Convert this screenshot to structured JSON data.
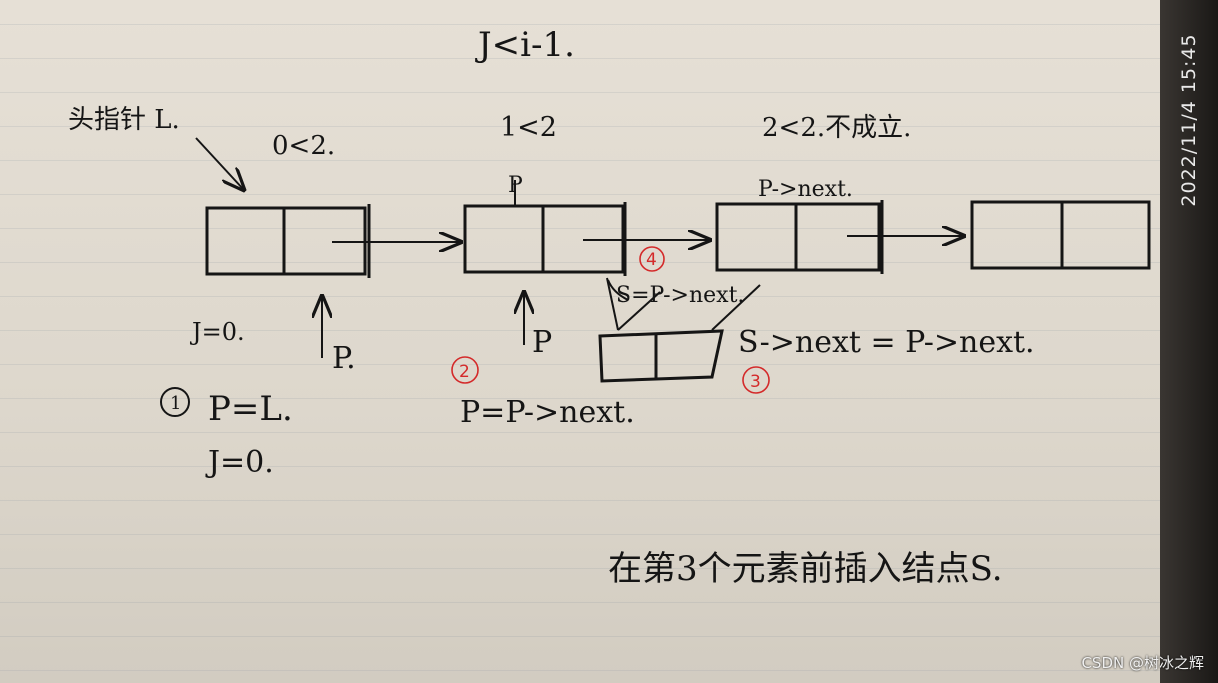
{
  "timestamp": "2022/11/4 15:45",
  "watermark": "CSDN @树冰之辉",
  "notes": {
    "loop_condition": "J<i-1.",
    "head_pointer_label": "头指针 L.",
    "cmp_1": "0<2.",
    "cmp_2": "1<2",
    "cmp_3": "2<2.不成立.",
    "p_label_node2": "P",
    "p_next_label": "P->next.",
    "step4_assign": "S=P->next.",
    "s_next_assign": "S->next = P->next.",
    "j_zero": "J=0.",
    "p_arrow_1": "P.",
    "p_arrow_2": "P",
    "step1_p": "P=L.",
    "step1_j": "J=0.",
    "step2_assign": "P=P->next.",
    "caption": "在第3个元素前插入结点S."
  },
  "step_markers": {
    "step1": "1",
    "step2": "2",
    "step3": "3",
    "step4": "4"
  },
  "colors": {
    "ink": "#151515",
    "marker_red": "#d42a2a",
    "paper": "#e2dcd1"
  }
}
